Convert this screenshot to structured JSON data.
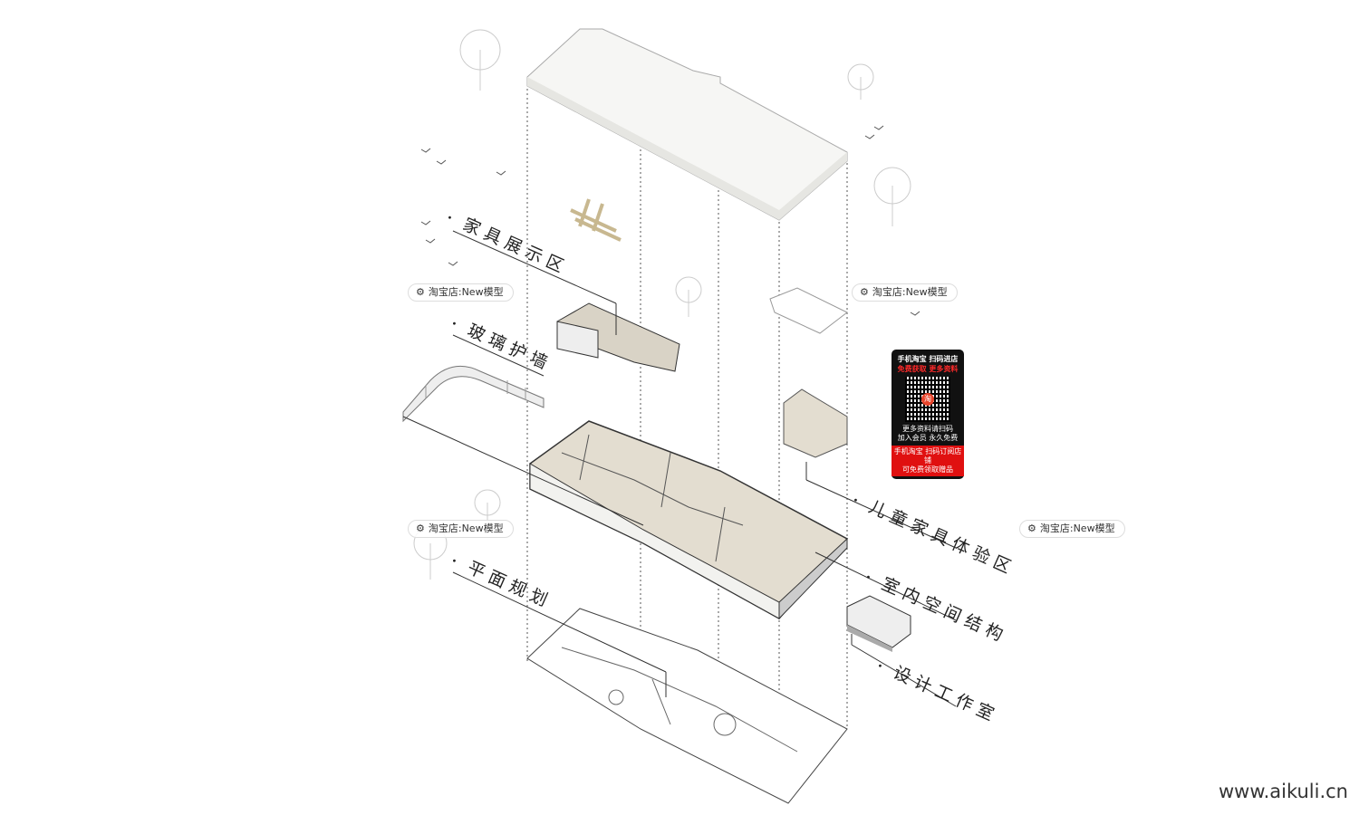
{
  "labels": {
    "furniture_display": "家具展示区",
    "glass_wall": "玻璃护墙",
    "floor_plan": "平面规划",
    "kids_furniture": "儿童家具体验区",
    "interior_structure": "室内空间结构",
    "design_studio": "设计工作室"
  },
  "tags": [
    "淘宝店:New模型",
    "淘宝店:New模型",
    "淘宝店:New模型",
    "淘宝店:New模型"
  ],
  "qr_card": {
    "line1": "手机淘宝 扫码进店",
    "line2": "免费获取 更多资料",
    "center": "淘",
    "line3": "更多资料请扫码",
    "line4": "加入会员 永久免费",
    "line5": "手机淘宝 扫码订阅店铺",
    "line6": "可免费领取赠品"
  },
  "watermark": "www.aikuli.cn",
  "colors": {
    "slab": "#f4f4f2",
    "edge": "#333333",
    "floor": "#d8d2c4",
    "qr_red": "#e01010"
  }
}
